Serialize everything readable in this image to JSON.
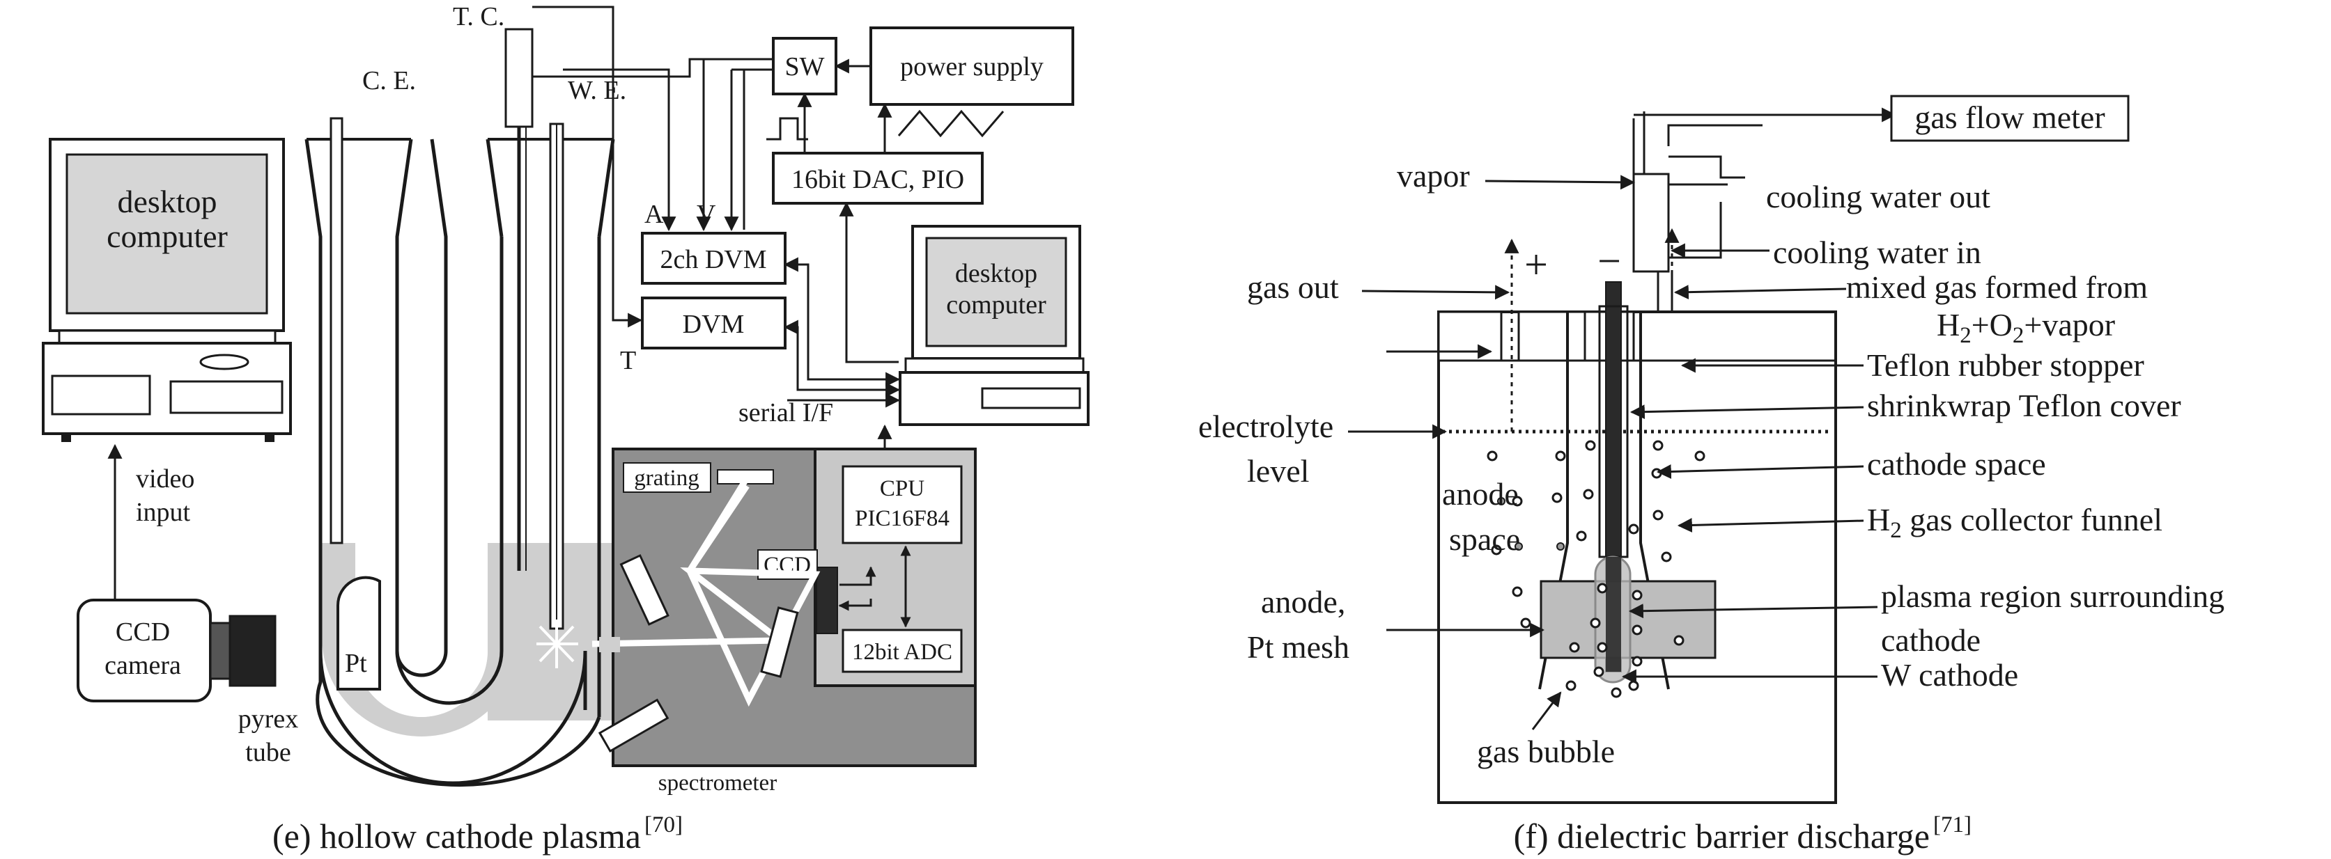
{
  "panel_e": {
    "caption_main": "(e) hollow cathode plasma",
    "caption_ref": "[70]",
    "labels": {
      "tc": "T. C.",
      "ce": "C. E.",
      "we": "W. E.",
      "sw": "SW",
      "power_supply": "power supply",
      "dac": "16bit DAC, PIO",
      "a": "A",
      "v": "V",
      "dvm2": "2ch DVM",
      "dvm": "DVM",
      "t": "T",
      "serial": "serial I/F",
      "desktop1_line1": "desktop",
      "desktop1_line2": "computer",
      "desktop2_line1": "desktop",
      "desktop2_line2": "computer",
      "video_line1": "video",
      "video_line2": "input",
      "ccd_camera_line1": "CCD",
      "ccd_camera_line2": "camera",
      "pyrex_line1": "pyrex",
      "pyrex_line2": "tube",
      "pt": "Pt",
      "grating": "grating",
      "ccd": "CCD",
      "cpu_line1": "CPU",
      "cpu_line2": "PIC16F84",
      "adc": "12bit ADC",
      "spectrometer": "spectrometer"
    }
  },
  "panel_f": {
    "caption_main": "(f) dielectric barrier discharge",
    "caption_ref": "[71]",
    "labels": {
      "gas_flow_meter": "gas flow meter",
      "vapor": "vapor",
      "cooling_out": "cooling water out",
      "cooling_in": "cooling water in",
      "mixed_gas_line1": "mixed gas formed from",
      "mixed_gas_h": "H",
      "mixed_gas_2a": "2",
      "mixed_gas_o": "+O",
      "mixed_gas_2b": "2",
      "mixed_gas_vapor": "+vapor",
      "gas_out": "gas out",
      "plus": "+",
      "minus": "−",
      "teflon_stopper": "Teflon rubber stopper",
      "shrinkwrap": "shrinkwrap Teflon cover",
      "electrolyte_line1": "electrolyte",
      "electrolyte_line2": "level",
      "cathode_space": "cathode space",
      "anode_space_line1": "anode",
      "anode_space_line2": "space",
      "funnel_h": "H",
      "funnel_2": "2",
      "funnel_rest": " gas collector funnel",
      "anode_line1": "anode,",
      "anode_line2": "Pt mesh",
      "plasma_line1": "plasma region surrounding",
      "plasma_line2": "cathode",
      "w_cathode": "W cathode",
      "gas_bubble": "gas bubble"
    }
  }
}
